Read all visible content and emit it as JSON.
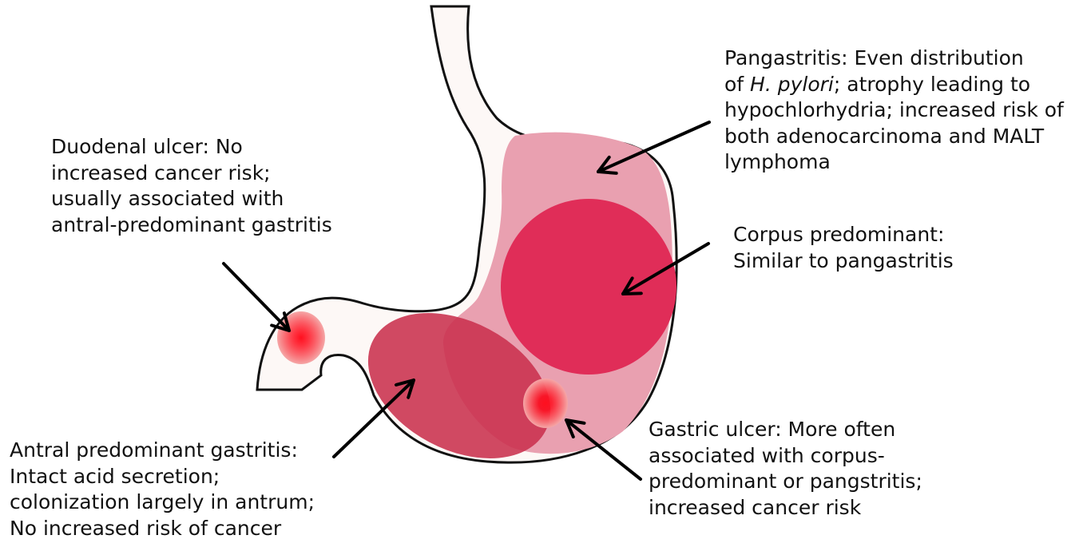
{
  "colors": {
    "stomach_fill": "#fdf8f6",
    "outline": "#111111",
    "pangastritis_region": "#e9a0b0",
    "corpus_region": "#e02d58",
    "antral_region": "#c9304d",
    "ulcer_center": "#ff0f1f",
    "ulcer_edge": "#f5a7a7",
    "arrow": "#000000",
    "text": "#111111"
  },
  "labels": {
    "pangastritis": {
      "l1": "Pangastritis: Even distribution",
      "l2_pre": "of ",
      "l2_italic": "H. pylori",
      "l2_post": "; atrophy leading to",
      "l3": "hypochlorhydria; increased risk of",
      "l4": "both adenocarcinoma and MALT",
      "l5": "lymphoma"
    },
    "duodenal_ulcer": {
      "l1": "Duodenal ulcer: No",
      "l2": "increased cancer risk;",
      "l3": "usually associated with",
      "l4": "antral-predominant gastritis"
    },
    "corpus_predominant": {
      "l1": "Corpus predominant:",
      "l2": "Similar to pangastritis"
    },
    "antral_predominant": {
      "l1": "Antral predominant gastritis:",
      "l2": "Intact acid secretion;",
      "l3": "colonization largely in antrum;",
      "l4": "No increased risk of cancer"
    },
    "gastric_ulcer": {
      "l1": "Gastric ulcer: More often",
      "l2": "associated with corpus-",
      "l3": "predominant or pangstritis;",
      "l4": "increased cancer risk"
    }
  }
}
